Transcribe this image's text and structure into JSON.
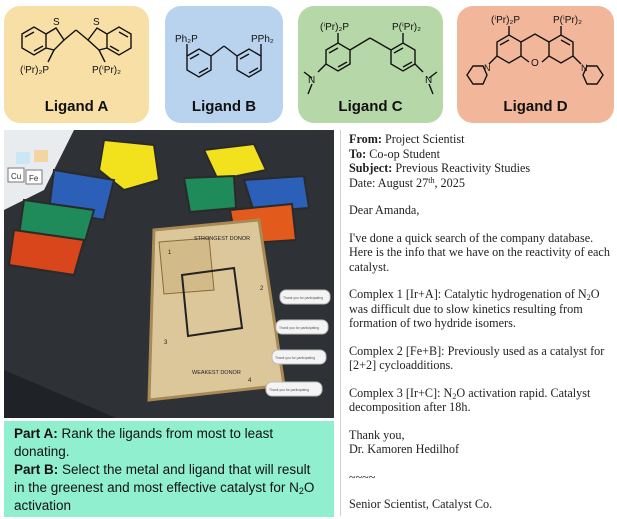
{
  "ligands": [
    {
      "label": "Ligand A",
      "color": "#f7dfa6",
      "substituent_left": "(ⁱPr)₂P",
      "substituent_right": "P(ⁱPr)₂"
    },
    {
      "label": "Ligand B",
      "color": "#b9d3ef",
      "substituent_left": "Ph₂P",
      "substituent_right": "PPh₂"
    },
    {
      "label": "Ligand C",
      "color": "#b6d8a8",
      "substituent_left": "(ⁱPr)₂P",
      "substituent_right": "P(ⁱPr)₂",
      "n_left": "N",
      "n_right": "N"
    },
    {
      "label": "Ligand D",
      "color": "#f2b79a",
      "substituent_left": "(ⁱPr)₂P",
      "substituent_right": "P(ⁱPr)₂",
      "n_left": "N",
      "n_right": "N",
      "o_atom": "O"
    }
  ],
  "ligand_a_s_atoms": [
    "S",
    "S"
  ],
  "photo": {
    "board_labels": [
      "STRONGEST DONOR",
      "WEAKEST DONOR"
    ],
    "slot_numbers": [
      "1",
      "2",
      "3",
      "4"
    ],
    "tag_labels": [
      "Thank you for participating",
      "Thank you for participating",
      "Thank you for participating",
      "Thank you for participating"
    ],
    "card_labels": [
      "Cu",
      "Fe"
    ]
  },
  "parts": {
    "a_label": "Part A:",
    "a_text": " Rank the ligands from most to least donating.",
    "b_label": "Part B:",
    "b_text_1": " Select the metal and ligand that will result in the greenest and most effective catalyst for N",
    "b_sub": "2",
    "b_text_2": "O activation"
  },
  "email": {
    "from_label": "From:",
    "from": " Project Scientist",
    "to_label": "To:",
    "to": " Co-op Student",
    "subject_label": "Subject:",
    "subject": " Previous Reactivity Studies",
    "date_prefix": "Date: August 27",
    "date_sup": "th",
    "date_suffix": ", 2025",
    "greeting": "Dear Amanda,",
    "intro": "I've done a quick search of the company database. Here is the info that we have on the reactivity of each catalyst.",
    "c1_a": "Complex 1 [Ir+A]: Catalytic hydrogenation of N",
    "c1_sub": "2",
    "c1_b": "O was difficult due to slow kinetics resulting from formation of two hydride isomers.",
    "c2": "Complex 2 [Fe+B]: Previously used as a catalyst for [2+2] cycloadditions.",
    "c3_a": "Complex 3 [Ir+C]: N",
    "c3_sub": "2",
    "c3_b": "O activation rapid. Catalyst decomposition after 18h.",
    "thanks": "Thank you,",
    "signer": "Dr. Kamoren Hedilhof",
    "tilde": "~~~~",
    "title": "Senior Scientist, Catalyst Co."
  }
}
